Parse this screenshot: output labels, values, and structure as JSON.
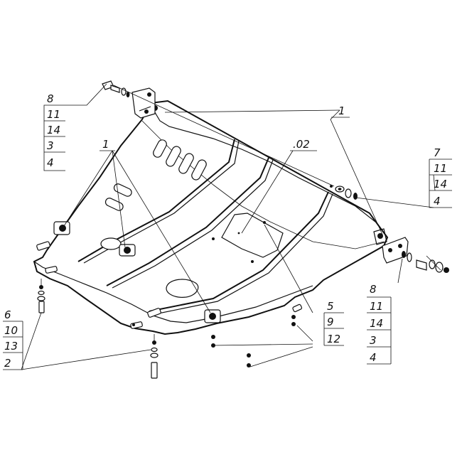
{
  "labels": {
    "stack_top_left": [
      "8",
      "11",
      "14",
      "3",
      "4"
    ],
    "stack_right_top": [
      "7",
      "11",
      "14",
      "4"
    ],
    "stack_bottom_left": [
      "6",
      "10",
      "13",
      "2"
    ],
    "stack_bottom_right": [
      "8",
      "11",
      "14",
      "3",
      "4"
    ],
    "stack_center": [
      "5",
      "9",
      "12"
    ],
    "part_1_a": "1",
    "part_1_b": "1",
    "part_02": ".02"
  },
  "colors": {
    "ink": "#111111",
    "paper": "#ffffff"
  }
}
